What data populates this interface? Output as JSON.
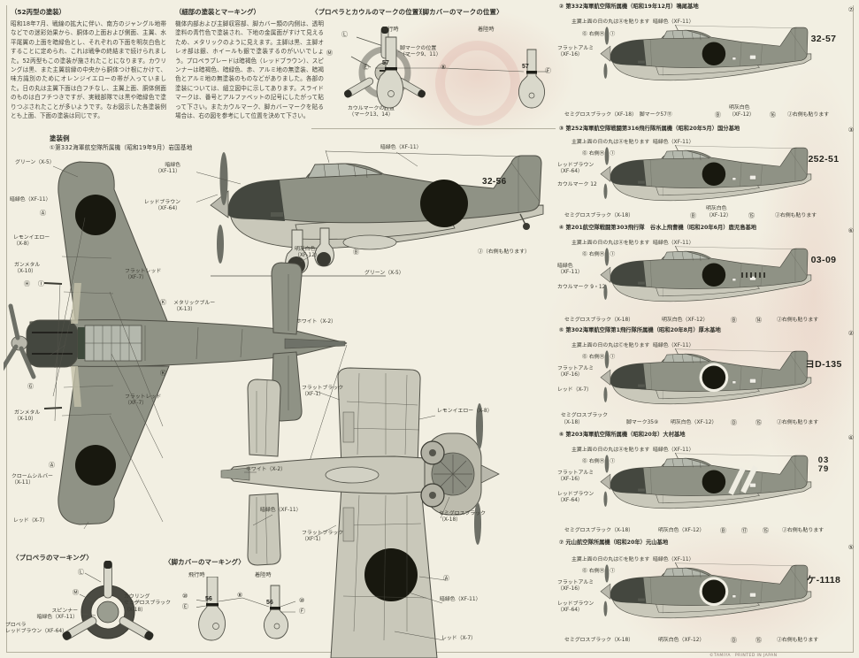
{
  "colors": {
    "paper": "#f2efe2",
    "dark_green_print": "#8f9285",
    "underside_print": "#c9c8ba",
    "cowl_black": "#44473f",
    "hinomaru_black": "#18180f",
    "ink": "#3a3a31",
    "stain_pink": "#d8968c"
  },
  "intro": {
    "col1_title": "（52丙型の塗装）",
    "col1_body": "昭和18年7月、戦線の拡大に伴い、南方のジャングル地帯などでの迷彩効果から、胴体の上面および側面、主翼、水平尾翼の上面を暗緑色とし、それぞれの下面を明灰白色とすることに定められ、これは戦争の終結まで続けられました。52丙型もこの塗装が施されたことになります。カウリングは黒、また主翼前縁の中央から胴体つけ根にかけて、味方識別のためにオレンジイエローの帯が入っていました。日の丸は主翼下面は白フチなし、主翼上面、胴体側面のものは白フチつきですが、実戦部隊では黒や暗緑色で塗りつぶされたことが多いようです。なお図示した各塗装例とも上面、下面の塗装は同じです。",
    "col2_title": "（細部の塗装とマーキング）",
    "col2_body": "機体内部および主脚収容部、脚カバー類の内側は、透明塗料の青竹色で塗装され、下地の金属面がすけて見えるため、メタリックのように見えます。主脚は黒、主脚オレオ部は銀、ホイールも銀で塗装するのがいいでしょう。プロペラブレードは暗褐色（レッドブラウン）、スピンナーは暗褐色、暗緑色、赤、アルミ地の無塗装、暗褐色とアルミ地の無塗装のものなどがありました。各部の塗装については、組立図中に示してあります。スライドマークは、番号とアルファベットの記号にしたがって貼って下さい。またカウルマーク、脚カバーマークを貼る場合は、右の図を参考にして位置を決めて下さい。"
  },
  "prop_cowl": {
    "title": "〈プロペラとカウルのマークの位置〉",
    "ref_l": "Ⓛ",
    "ref_m": "Ⓜ",
    "caption": "カウルマークの位置\n（マーク13、14）"
  },
  "gear_pos": {
    "title": "〈脚カバーのマークの位置〉",
    "flight": "飛行時",
    "landing": "着陸時",
    "note": "脚マークの位置\n（マーク9、11）",
    "ref_e": "Ⓔ",
    "ref_f": "Ⓕ",
    "ref_mid": "⑧",
    "mark": "57"
  },
  "example": {
    "title": "塗装例",
    "subtitle": "①第332海軍航空隊所属機（昭和19年9月）岩国基地",
    "tail_code": "32-56",
    "side_labels": [
      "暗緑色\n（XF-11）",
      "レッドブラウン\n（XF-64）",
      "暗緑色（XF-11）",
      "明灰白色\n（XF-12）",
      "Ⓑ",
      "Ⓙ（右側も貼ります）"
    ],
    "top_labels": [
      "グリーン（X-5）",
      "暗緑色（XF-11）",
      "Ⓐ",
      "レモンイエロー\n（X-8）",
      "ガンメタル\n（X-10）",
      "Ⓗ",
      "Ⓘ",
      "フラットレッド\n（XF-7）",
      "Ⓚ",
      "メタリックブルー\n（X-13）",
      "ホワイト（X-2）",
      "Ⓚ",
      "フラットレッド\n（XF-7）",
      "ガンメタル\n（X-10）",
      "Ⓖ",
      "Ⓐ",
      "クロームシルバー\n（X-11）",
      "レッド（X-7）",
      "グリーン（X-5）"
    ],
    "bottom_labels": [
      "フラットブラック\n（XF-1）",
      "ホワイト（X-2）",
      "暗緑色（XF-11）",
      "フラットブラック\n（XF-1）",
      "レモンイエロー（X-8）",
      "セミグロスブラック\n（X-18）",
      "Ⓐ",
      "暗緑色（XF-11）",
      "レッド（X-7）"
    ]
  },
  "prop_marking": {
    "title": "〈プロペラのマーキング〉",
    "ref_l": "Ⓛ",
    "ref_m": "Ⓜ",
    "spinner": "スピンナー\n暗緑色（XF-11）",
    "prop": "プロペラ\nレッドブラウン（XF-64）",
    "cowl": "カウリング\nセミグロスブラック\n（X-18）"
  },
  "gear_marking": {
    "title": "〈脚カバーのマーキング〉",
    "flight": "飛行時",
    "landing": "着陸時",
    "ref_num": "⑩",
    "ref_e": "Ⓔ",
    "ref_f": "Ⓕ",
    "ref_mid": "⑧",
    "mark": "56"
  },
  "profiles": [
    {
      "num": "②",
      "header": "第332海軍航空隊所属機（昭和19年12月）鳴尾基地",
      "tail_code": "32-57",
      "tail_ref": "⑦",
      "top_note": "主翼上面の日の丸はⒶを貼ります",
      "green": "暗緑色（XF-11）",
      "cowl_refs": "Ⓖ 右側Ⓗ、Ⓘ",
      "left1": "フラットアルミ\n（XF-16）",
      "left2": "",
      "foot1": "セミグロスブラック（XF-18）　脚マーク57⑪",
      "foot1b": "",
      "ref1": "Ⓑ",
      "foot2": "明灰白色\n（XF-12）",
      "ref2": "⑯",
      "ref3": "",
      "foot3": "Ⓙ右側も貼ります"
    },
    {
      "num": "③",
      "header": "第252海軍航空隊戦闘第316飛行隊所属機（昭和20年5月）国分基地",
      "tail_code": "252-51",
      "tail_ref": "③",
      "top_note": "主翼上面の日の丸はⒶを貼ります",
      "green": "暗緑色（XF-11）",
      "cowl_refs": "Ⓖ 右側Ⓗ、Ⓘ",
      "left1": "レッドブラウン\n（XF-64）",
      "left2": "カウルマーク 12",
      "foot1": "セミグロスブラック（X-18）",
      "foot1b": "",
      "ref1": "Ⓑ",
      "foot2": "明灰白色\n（XF-12）",
      "ref2": "⑮",
      "ref3": "",
      "foot3": "Ⓙ右側も貼ります"
    },
    {
      "num": "④",
      "header": "第201航空隊戦闘第303飛行隊　谷水上飛曹機（昭和20年6月）鹿児島基地",
      "tail_code": "03-09",
      "tail_ref": "⑥",
      "top_note": "主翼上面の日の丸はⒶを貼ります",
      "green": "暗緑色（XF-11）",
      "cowl_refs": "Ⓖ 右側Ⓗ、Ⓘ",
      "left1": "暗緑色\n（XF-11）",
      "left2": "カウルマーク 9・12",
      "foot1": "セミグロスブラック（X-18）",
      "foot1b": "",
      "ref1": "Ⓑ",
      "foot2": "明灰白色（XF-12）",
      "ref2": "⑭",
      "ref3": "",
      "foot3": "Ⓙ右側も貼ります"
    },
    {
      "num": "⑤",
      "header": "第302海軍航空隊第1飛行隊所属機（昭和20年8月）厚木基地",
      "tail_code": "ヨD-135",
      "tail_ref": "②",
      "top_note": "主翼上面の日の丸はⒸを貼ります",
      "green": "暗緑色（XF-11）",
      "cowl_refs": "Ⓖ 右側Ⓗ、Ⓘ",
      "left1": "フラットアルミ\n（XF-16）",
      "left2": "レッド（X-7）",
      "foot1": "セミグロスブラック\n（X-18）",
      "foot1b": "脚マーク35⑨",
      "ref1": "Ⓓ",
      "foot2": "明灰白色（XF-12）",
      "ref2": "⑮",
      "ref3": "",
      "foot3": "Ⓙ右側も貼ります"
    },
    {
      "num": "⑥",
      "header": "第203海軍航空隊所属機（昭和20年）大村基地",
      "tail_code": "03\n79",
      "tail_ref": "④",
      "top_note": "主翼上面の日の丸はⒶを貼ります",
      "green": "暗緑色（XF-11）",
      "cowl_refs": "Ⓖ 右側Ⓗ、Ⓘ",
      "left1": "フラットアルミ\n（XF-16）",
      "left2": "レッドブラウン\n（XF-64）",
      "foot1": "セミグロスブラック（X-18）",
      "foot1b": "",
      "ref1": "Ⓑ",
      "foot2": "明灰白色（XF-12）",
      "ref2": "⑰",
      "ref3": "⑮",
      "foot3": "Ⓙ右側も貼ります"
    },
    {
      "num": "⑦",
      "header": "元山航空隊所属機（昭和20年）元山基地",
      "tail_code": "ケ-1118",
      "tail_ref": "⑤",
      "top_note": "主翼上面の日の丸はⒸを貼ります",
      "green": "暗緑色（XF-11）",
      "cowl_refs": "Ⓖ 右側Ⓗ、Ⓘ",
      "left1": "フラットアルミ\n（XF-16）",
      "left2": "レッドブラウン\n（XF-64）",
      "foot1": "セミグロスブラック（X-18）",
      "foot1b": "",
      "ref1": "Ⓓ",
      "foot2": "明灰白色（XF-12）",
      "ref2": "⑮",
      "ref3": "",
      "foot3": "Ⓙ右側も貼ります"
    }
  ],
  "footer": "©TAMIYA　PRINTED IN JAPAN"
}
